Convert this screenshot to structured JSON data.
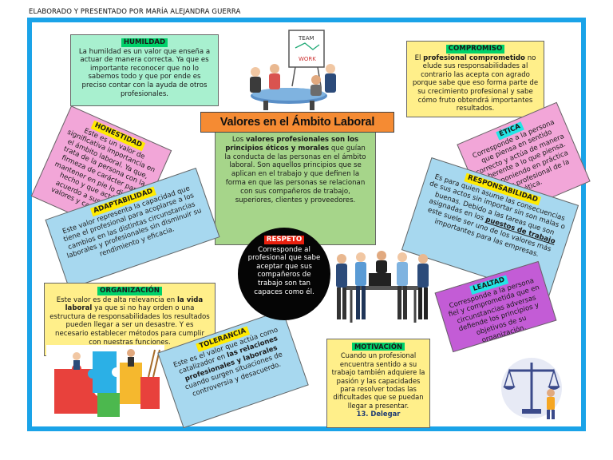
{
  "author": "ELABORADO Y PRESENTADO POR MARÍA ALEJANDRA GUERRA",
  "main_title": "Valores en el Ámbito Laboral",
  "valores": {
    "line1": "Los ",
    "bold1": "valores profesionales son los principios éticos y morales",
    "line2": " que guían la conducta de las personas en el ámbito laboral. Son aquellos principios que se aplican en el trabajo y que definen la forma en que las personas se relacionan con sus compañeros de trabajo, superiores, clientes y proveedores."
  },
  "humildad": {
    "title": "HUMILDAD",
    "text": "La humildad es un valor que enseña a actuar de manera correcta. Ya que es importante reconocer que no lo sabemos todo y que por ende es preciso contar con la ayuda de otros profesionales."
  },
  "compromiso": {
    "title": "COMPROMISO",
    "pre": "El ",
    "bold": "profesional comprometido",
    "text": " no elude sus responsabilidades al contrario las acepta con agrado porque sabe que eso forma parte de su crecimiento profesional y sabe cómo fruto obtendrá importantes resultados."
  },
  "honestidad": {
    "title": "HONESTIDAD",
    "text": "Este es un valor de significativa importancia en el ámbito laboral. Ya que, trata de la persona con la firmeza de carácter para mantener en pie lo dicho o hecho y que actúa de acuerdo a sus propios valores y capacidades."
  },
  "etica": {
    "title": "ÉTICA",
    "text": "Corresponde a la persona que piensa en sentido correcto y actúa de manera coherente a lo que piensa. Está poniendo en práctica el valor profesional de la ética."
  },
  "adaptabilidad": {
    "title": "ADAPTABILIDAD",
    "text": "Este valor representa la capacidad que tiene el profesional para acoplarse a los cambios en las distintas circunstancias laborales y profesionales sin disminuir su rendimiento y eficacia."
  },
  "responsabilidad": {
    "title": "RESPONSABILIDAD",
    "text1": "Es para quien asume las consecuencias de sus actos sin importar sin son malas o buenas. Debido a las tareas que son asignadas en los ",
    "bold": "puestos de trabajo",
    "text2": " este suele ser uno de los valores más importantes para las empresas."
  },
  "organizacion": {
    "title": "ORGANIZACIÓN",
    "pre": "Este valor es de alta relevancia en ",
    "bold": "la vida laboral",
    "text": " ya que si no hay orden o una estructura de responsabilidades los resultados pueden llegar a ser un desastre. Y es necesario establecer métodos para cumplir con nuestras funciones."
  },
  "tolerancia": {
    "title": "TOLERANCIA",
    "pre": "Este es el valor que actúa como catalizador en ",
    "bold": "las relaciones profesionales y laborales",
    "text": " cuando surgen situaciones de controversia y desacuerdo."
  },
  "respeto": {
    "title": "RESPETO",
    "text": "Corresponde al profesional que sabe aceptar que sus compañeros de trabajo son tan capaces como él."
  },
  "motivacion": {
    "title": "MOTIVACIÓN",
    "text": "Cuando un profesional encuentra sentido a su trabajo también adquiere la pasión y las capacidades para resolver todas las dificultades que se puedan llegar a presentar.",
    "footer": "13. Delegar"
  },
  "lealtad": {
    "title": "LEALTAD",
    "text": "Corresponde a la persona fiel y comprometida que en circunstancias adversas defiende los principios y objetivos de su organización."
  },
  "whiteboard": {
    "line1": "TEAM",
    "line2": "WORK"
  },
  "colors": {
    "frame": "#1aa3e8",
    "banner": "#f58b33",
    "respeto_circle": "#050505"
  },
  "icons": [
    "team-meeting-illustration",
    "business-team-illustration",
    "puzzle-illustration",
    "justice-scale-illustration"
  ]
}
